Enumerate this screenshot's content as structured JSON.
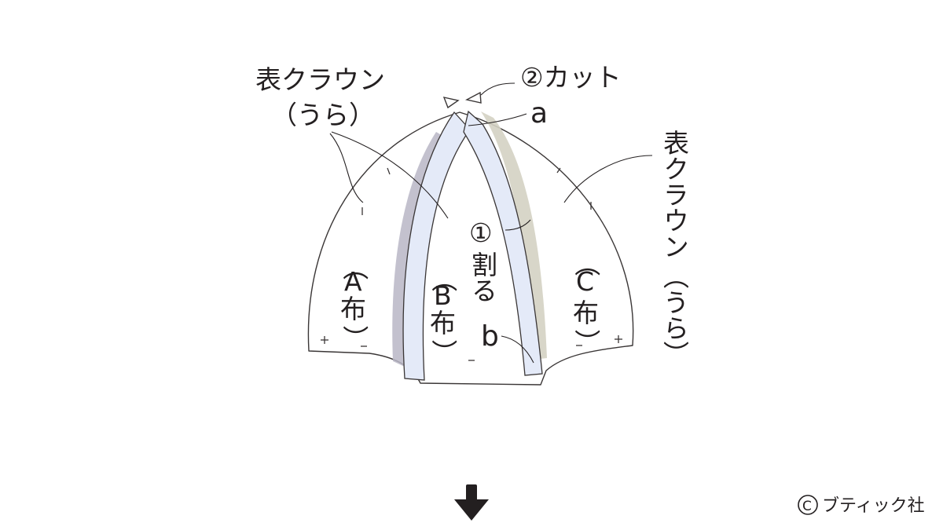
{
  "labels": {
    "outer_crown_left_line1": "表クラウン",
    "outer_crown_left_line2": "（うら）",
    "cut_step": "②カット",
    "point_a": "a",
    "point_b": "b",
    "outer_crown_right_line1": "表クラウン",
    "outer_crown_right_line2": "（うら）",
    "split_step_number": "①",
    "split_step_text": "割る",
    "fabric_a": [
      "（",
      "A",
      "布",
      "）"
    ],
    "fabric_b": [
      "（",
      "B",
      "布",
      "）"
    ],
    "fabric_c": [
      "（",
      "C",
      "布",
      "）"
    ],
    "copyright": "ブティック社"
  },
  "icons": {
    "copyright": "copyright-icon",
    "next_step": "down-arrow-icon"
  },
  "colors": {
    "ink": "#231f20",
    "seam_left": "#b8b6c6",
    "seam_right": "#d4d1c3",
    "fold_band": "#e4eaf8"
  }
}
